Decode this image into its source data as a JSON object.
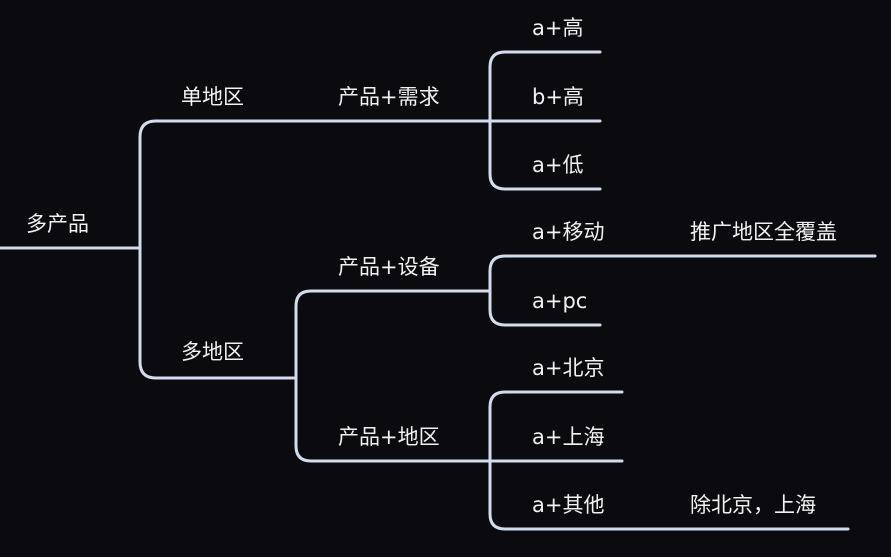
{
  "root": "多产品",
  "branches": [
    {
      "label": "单地区",
      "children": [
        {
          "label": "产品+需求",
          "leaves": [
            {
              "label": "a+高"
            },
            {
              "label": "b+高"
            },
            {
              "label": "a+低"
            }
          ]
        }
      ]
    },
    {
      "label": "多地区",
      "children": [
        {
          "label": "产品+设备",
          "leaves": [
            {
              "label": "a+移动",
              "note": "推广地区全覆盖"
            },
            {
              "label": "a+pc"
            }
          ]
        },
        {
          "label": "产品+地区",
          "leaves": [
            {
              "label": "a+北京"
            },
            {
              "label": "a+上海"
            },
            {
              "label": "a+其他",
              "note": "除北京，上海"
            }
          ]
        }
      ]
    }
  ]
}
